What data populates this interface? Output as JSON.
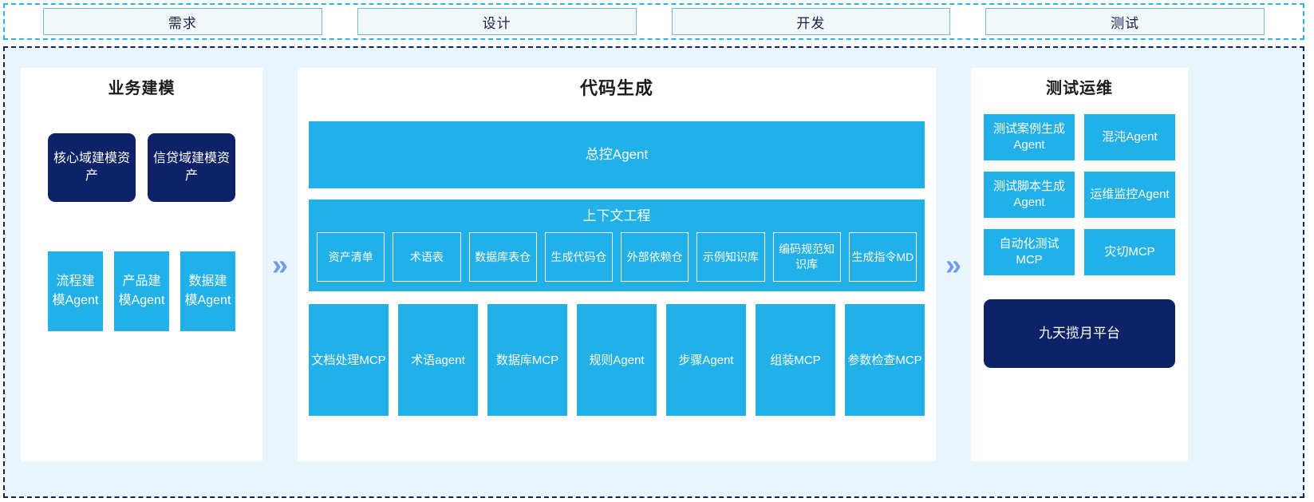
{
  "phases": [
    {
      "label": "需求"
    },
    {
      "label": "设计"
    },
    {
      "label": "开发"
    },
    {
      "label": "测试"
    }
  ],
  "separator": {
    "glyph": "»"
  },
  "panels": {
    "business_modeling": {
      "title": "业务建模",
      "assets": [
        {
          "label": "核心域建模资产"
        },
        {
          "label": "信贷域建模资产"
        }
      ],
      "agents": [
        {
          "label": "流程建模Agent"
        },
        {
          "label": "产品建模Agent"
        },
        {
          "label": "数据建模Agent"
        }
      ]
    },
    "code_generation": {
      "title": "代码生成",
      "master_agent": "总控Agent",
      "context_engineering": {
        "title": "上下文工程",
        "items": [
          {
            "label": "资产清单"
          },
          {
            "label": "术语表"
          },
          {
            "label": "数据库表仓"
          },
          {
            "label": "生成代码仓"
          },
          {
            "label": "外部依赖仓"
          },
          {
            "label": "示例知识库"
          },
          {
            "label": "编码规范知识库"
          },
          {
            "label": "生成指令MD"
          }
        ]
      },
      "tools": [
        {
          "label": "文档处理MCP"
        },
        {
          "label": "术语agent"
        },
        {
          "label": "数据库MCP"
        },
        {
          "label": "规则Agent"
        },
        {
          "label": "步骤Agent"
        },
        {
          "label": "组装MCP"
        },
        {
          "label": "参数检查MCP"
        }
      ]
    },
    "test_ops": {
      "title": "测试运维",
      "items": [
        {
          "label": "测试案例生成Agent"
        },
        {
          "label": "混沌Agent"
        },
        {
          "label": "测试脚本生成Agent"
        },
        {
          "label": "运维监控Agent"
        },
        {
          "label": "自动化测试MCP"
        },
        {
          "label": "灾切MCP"
        }
      ],
      "platform": {
        "label": "九天揽月平台"
      }
    }
  },
  "colors": {
    "accent_blue": "#22b0e8",
    "navy": "#0d2268",
    "chevron": "#6f9aee",
    "band_bg": "#e8f5fd",
    "phase_border": "#73b9d4",
    "outer_dash_top": "#2ab4e0",
    "outer_dash_main": "#14264f"
  }
}
